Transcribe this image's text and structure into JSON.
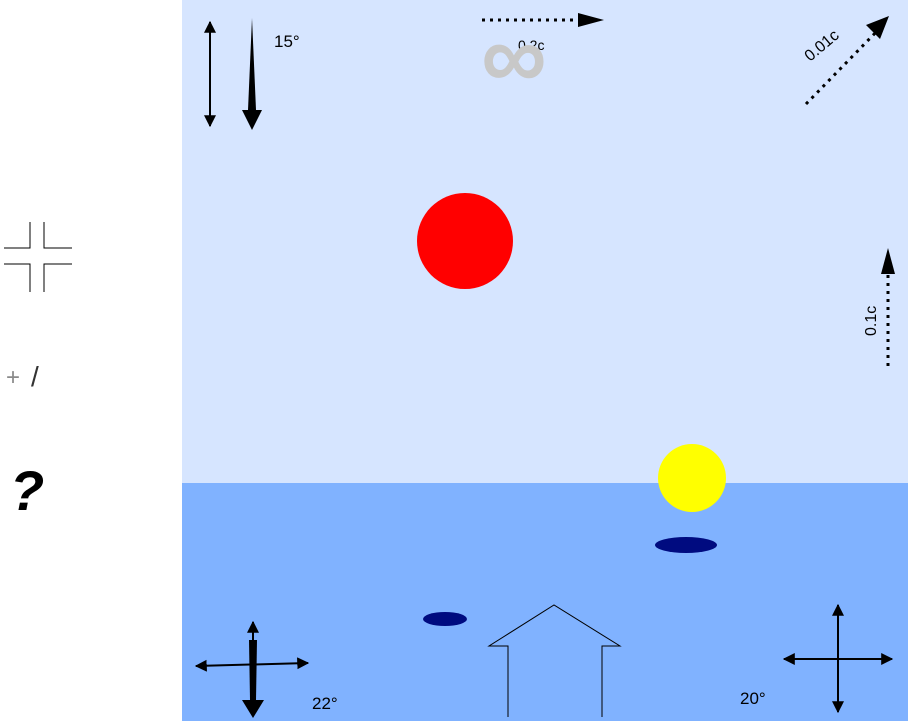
{
  "controls": {
    "crosshair": {
      "icon": "crosshair-icon"
    },
    "plus_minus": {
      "plus": "+",
      "slash": "/",
      "minus": "-"
    },
    "help": {
      "icon": "help-icon",
      "symbol": "?"
    }
  },
  "scene": {
    "sky_color": "#d6e5ff",
    "ground_color": "#80b2ff",
    "sun_color": "#ff0000",
    "moon_color": "#ffff00",
    "shadow_color": "#000b80",
    "infinity_color": "#c8c8c8",
    "infinity_symbol": "∞"
  },
  "labels": {
    "top_left_angle": "15°",
    "top_center_speed": "0.2c",
    "top_right_speed": "0.01c",
    "right_speed": "0.1c",
    "bottom_left_angle": "22°",
    "bottom_right_angle": "20°"
  }
}
